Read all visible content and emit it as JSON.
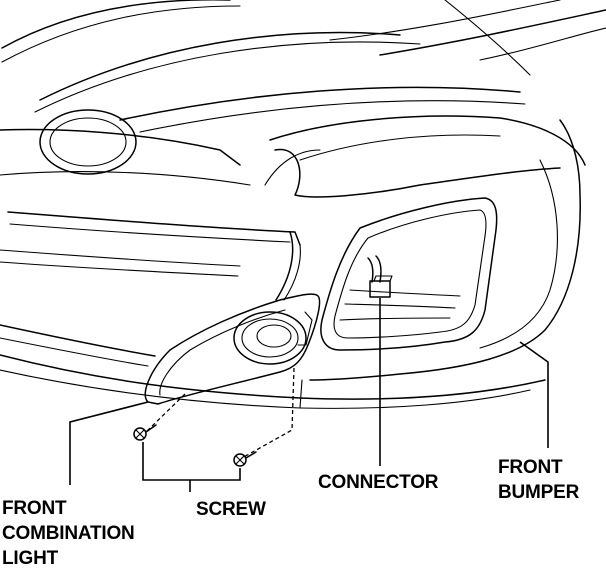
{
  "labels": {
    "front_combination_light": [
      "FRONT",
      "COMBINATION",
      "LIGHT"
    ],
    "screw": "SCREW",
    "connector": "CONNECTOR",
    "front_bumper": [
      "FRONT",
      "BUMPER"
    ]
  }
}
